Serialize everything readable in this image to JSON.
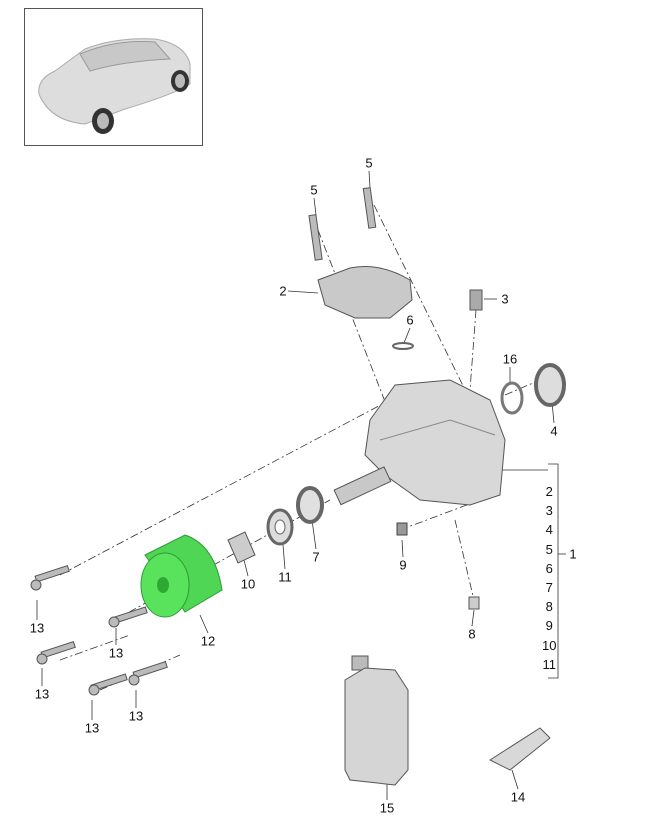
{
  "diagram": {
    "vehicle_thumbnail": "vehicle-thumbnail",
    "callouts": {
      "bolt_top_left": "5",
      "bolt_top_right": "5",
      "actuator": "2",
      "breather": "3",
      "o_ring": "6",
      "ring_16": "16",
      "seal_4": "4",
      "assembly": "1",
      "seal_7": "7",
      "washer_11": "11",
      "bushing_10": "10",
      "plug_9": "9",
      "plug_8": "8",
      "damper": "12",
      "bolt_a": "13",
      "bolt_b": "13",
      "bolt_c": "13",
      "bolt_d": "13",
      "bolt_e": "13",
      "oil_bottle": "15",
      "sealant_tube": "14"
    },
    "assembly_includes": [
      "2",
      "3",
      "4",
      "5",
      "6",
      "7",
      "8",
      "9",
      "10",
      "11"
    ],
    "colors": {
      "highlight": "#59e35c",
      "line": "#333333"
    }
  }
}
